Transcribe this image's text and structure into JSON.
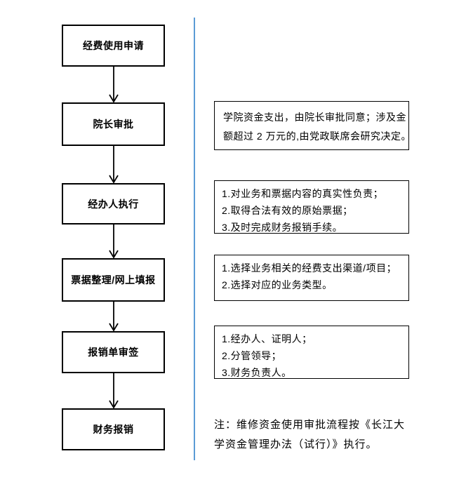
{
  "flow": {
    "steps": [
      {
        "label": "经费使用申请"
      },
      {
        "label": "院长审批"
      },
      {
        "label": "经办人执行"
      },
      {
        "label": "票据整理/网上填报"
      },
      {
        "label": "报销单审签"
      },
      {
        "label": "财务报销"
      }
    ]
  },
  "annotations": [
    {
      "lines": [
        "学院资金支出，由院长审批同意；涉及金",
        "额超过 2 万元的,由党政联席会研究决定。"
      ]
    },
    {
      "lines": [
        "1.对业务和票据内容的真实性负责；",
        "2.取得合法有效的原始票据；",
        "3.及时完成财务报销手续。"
      ]
    },
    {
      "lines": [
        "1.选择业务相关的经费支出渠道/项目；",
        "2.选择对应的业务类型。"
      ]
    },
    {
      "lines": [
        "1.经办人、证明人；",
        "2.分管领导；",
        "3.财务负责人。"
      ]
    }
  ],
  "note": {
    "lines": [
      "注：维修资金使用审批流程按《长江大",
      "学资金管理办法（试行）》执行。"
    ]
  },
  "colors": {
    "divider": "#5b9bd5",
    "border": "#000000",
    "text": "#000000"
  }
}
